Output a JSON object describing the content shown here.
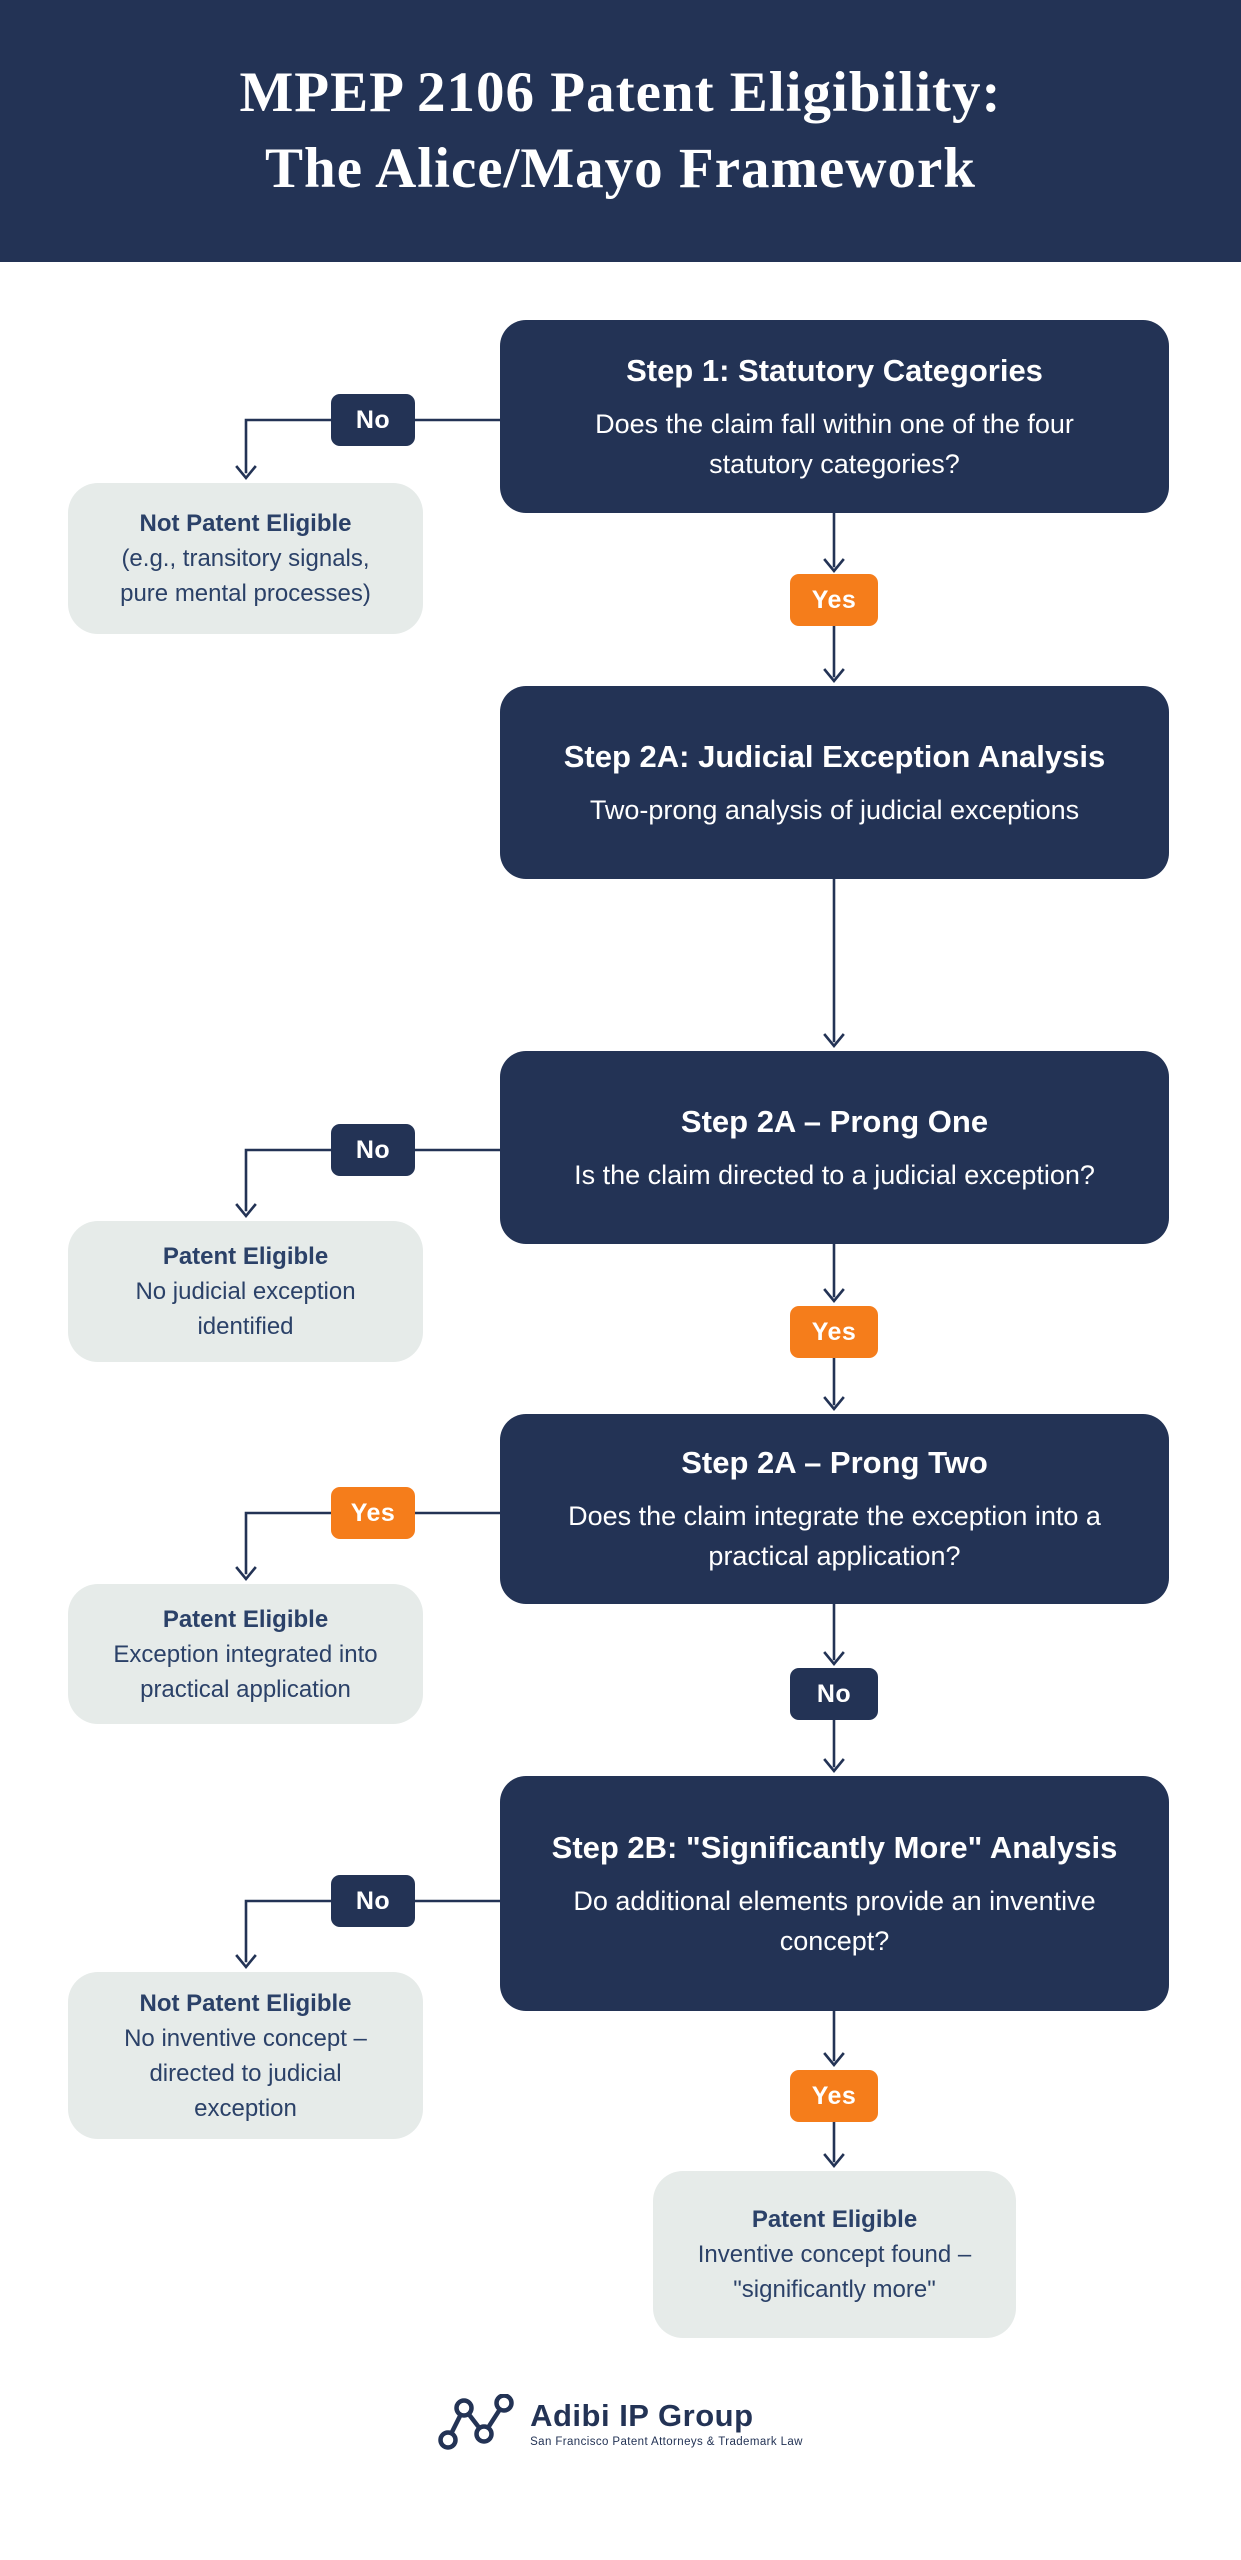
{
  "title": {
    "line1": "MPEP 2106 Patent Eligibility:",
    "line2": "The Alice/Mayo Framework"
  },
  "steps": [
    {
      "title": "Step 1: Statutory Categories",
      "subtitle": "Does the claim fall within one of the four statutory categories?"
    },
    {
      "title": "Step 2A: Judicial Exception Analysis",
      "subtitle": "Two-prong analysis of judicial exceptions"
    },
    {
      "title": "Step 2A – Prong One",
      "subtitle": "Is the claim directed to a judicial exception?"
    },
    {
      "title": "Step 2A – Prong Two",
      "subtitle": "Does the claim integrate the exception into a practical application?"
    },
    {
      "title": "Step 2B: \"Significantly More\" Analysis",
      "subtitle": "Do additional elements provide an inventive concept?"
    }
  ],
  "badges": [
    {
      "id": "step1-no",
      "label": "No"
    },
    {
      "id": "step1-yes",
      "label": "Yes"
    },
    {
      "id": "prong-one-no",
      "label": "No"
    },
    {
      "id": "prong-one-yes",
      "label": "Yes"
    },
    {
      "id": "prong-two-yes",
      "label": "Yes"
    },
    {
      "id": "prong-two-no",
      "label": "No"
    },
    {
      "id": "step2b-no",
      "label": "No"
    },
    {
      "id": "step2b-yes",
      "label": "Yes"
    }
  ],
  "results": [
    {
      "title": "Not Patent Eligible",
      "body": "(e.g., transitory signals, pure mental processes)"
    },
    {
      "title": "Patent Eligible",
      "body": "No judicial exception identified"
    },
    {
      "title": "Patent Eligible",
      "body": "Exception integrated into practical application"
    },
    {
      "title": "Not Patent Eligible",
      "body": "No inventive concept – directed to judicial exception"
    },
    {
      "title": "Patent Eligible",
      "body": "Inventive concept found – \"significantly more\""
    }
  ],
  "footer": {
    "brand": "Adibi IP Group",
    "tagline": "San Francisco Patent Attorneys & Trademark Law"
  },
  "colors": {
    "navy": "#233355",
    "orange": "#f57d1b",
    "light_box": "#e6ebe9",
    "background": "#ffffff",
    "result_text": "#2b4168"
  }
}
